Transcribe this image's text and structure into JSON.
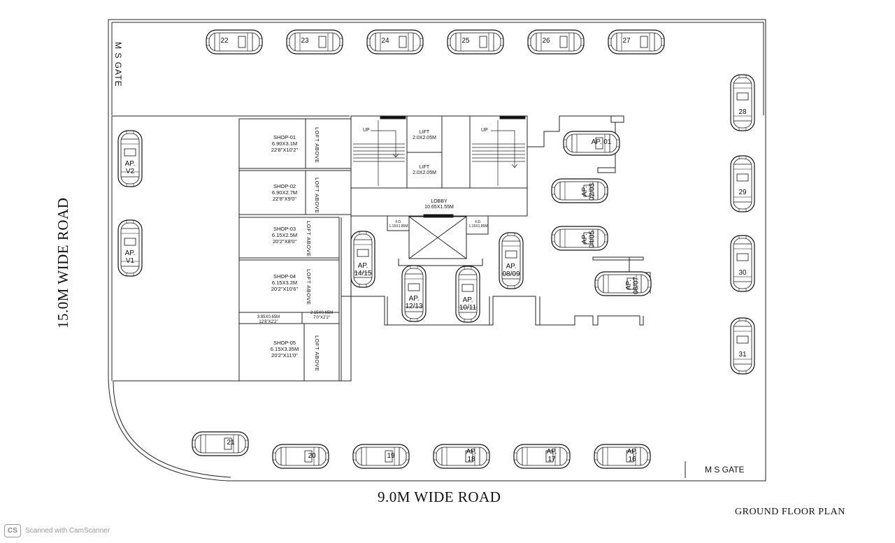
{
  "roads": {
    "left": "15.0M WIDE ROAD",
    "bottom": "9.0M WIDE ROAD"
  },
  "gates": {
    "top_left": "M S GATE",
    "bottom_right": "M S GATE"
  },
  "title": "GROUND FLOOR PLAN",
  "shops": [
    {
      "name": "SHOP-01",
      "size": "6.90X3.1M",
      "imperial": "22'8\"X10'2\"",
      "loft": "LOFT ABOVE"
    },
    {
      "name": "SHOP-02",
      "size": "6.90X2.7M",
      "imperial": "22'8\"X9'0\"",
      "loft": "LOFT ABOVE"
    },
    {
      "name": "SHOP-03",
      "size": "6.15X2.5M",
      "imperial": "20'2\"X8'0\"",
      "loft": "LOFT ABOVE"
    },
    {
      "name": "SHOP-04",
      "size": "6.15X3.2M",
      "imperial": "20'2\"X10'6\"",
      "loft": "LOFT ABOVE"
    },
    {
      "name": "SHOP-05",
      "size": "6.15X3.35M",
      "imperial": "20'2\"X11'0\"",
      "loft": "LOFT ABOVE"
    }
  ],
  "core": {
    "lift1": "LIFT\n2.0X2.05M",
    "lift2": "LIFT\n2.0X2.05M",
    "lobby": "LOBBY\n10.65X1.55M",
    "up_left": "UP",
    "up_right": "UP",
    "fd_left": "F.D.\n1.15X1.85M",
    "fd_right": "F.D.\n1.15X1.85M",
    "wc_left": "3.85X0.65M\n12'8\"X2'2\"",
    "wc_right": "2.15X0.65M\n7'0\"X2'2\""
  },
  "parking": {
    "top": [
      "22",
      "23",
      "24",
      "25",
      "26",
      "27"
    ],
    "right": [
      "28",
      "29",
      "30",
      "31"
    ],
    "bottom": [
      "21",
      "20",
      "19",
      "AP.\n18",
      "AP.\n17",
      "AP.\n16"
    ],
    "left": [
      "AP.\nV2",
      "AP.\nV1"
    ],
    "inner_vertical": [
      "AP.\n14/15",
      "AP.\n12/13",
      "AP.\n10/11",
      "AP.\n08/09"
    ],
    "inner_horizontal": [
      "AP. 01"
    ],
    "inner_rotated": [
      "AP.\n02/03",
      "AP.\n04/05",
      "AP.\n06/07"
    ]
  },
  "watermark": {
    "logo": "CS",
    "text": "Scanned with CamScanner"
  }
}
